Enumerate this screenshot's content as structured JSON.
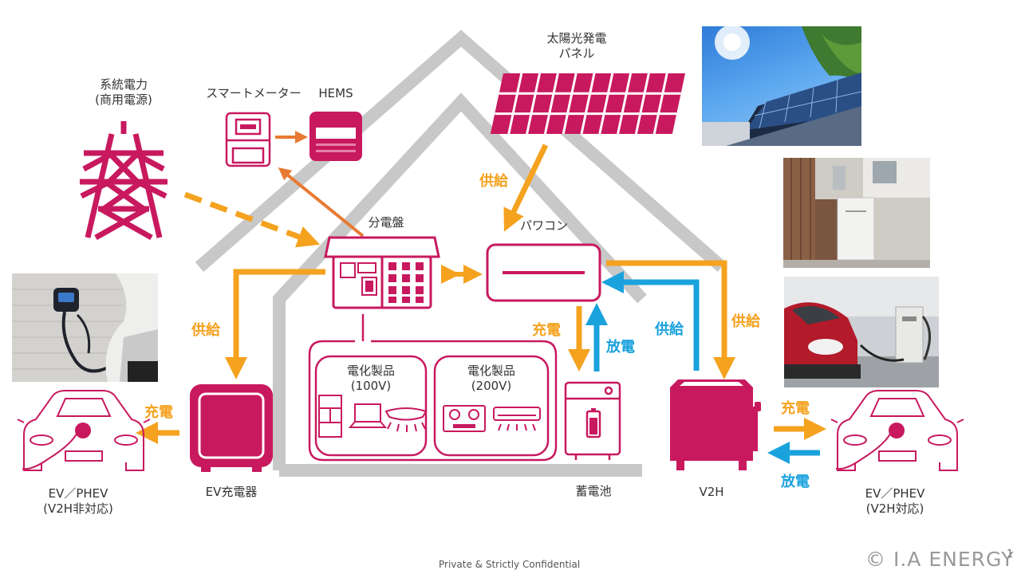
{
  "labels": {
    "grid": [
      "系統電力",
      "(商用電源)"
    ],
    "smart_meter": "スマートメーター",
    "hems": "HEMS",
    "solar": [
      "太陽光発電",
      "パネル"
    ],
    "panelboard": "分電盤",
    "power_conditioner": "パワコン",
    "appliances_100v": [
      "電化製品",
      "(100V)"
    ],
    "appliances_200v": [
      "電化製品",
      "(200V)"
    ],
    "battery": "蓄電池",
    "v2h": "V2H",
    "ev_charger": "EV充電器",
    "ev_left": [
      "EV／PHEV",
      "(V2H非対応)"
    ],
    "ev_right": [
      "EV／PHEV",
      "(V2H対応)"
    ]
  },
  "flows": {
    "supply": "供給",
    "charge": "充電",
    "discharge": "放電"
  },
  "footer": {
    "confidential": "Private & Strictly Confidential",
    "copyright": "© I.A ENERGY",
    "page_number": "1"
  },
  "colors": {
    "magenta": "#c8195f",
    "orange": "#f5a21f",
    "blue": "#1aa2dd",
    "house": "#c8c8c8"
  }
}
